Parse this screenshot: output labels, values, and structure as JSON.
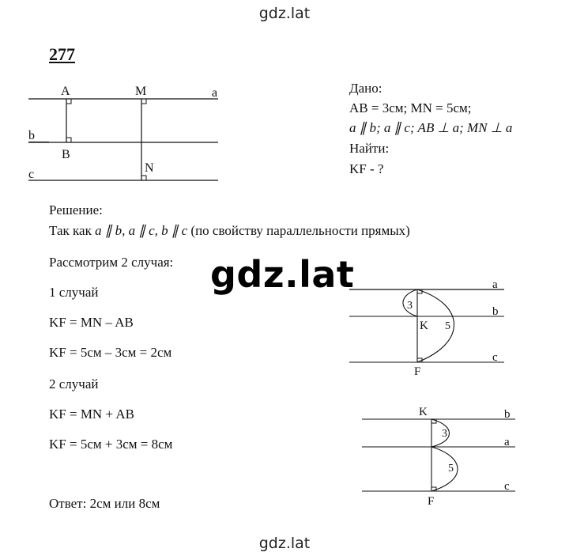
{
  "watermark": {
    "top": "gdz.lat",
    "center": "gdz.lat",
    "bottom": "gdz.lat"
  },
  "problem_number": "277",
  "given": {
    "title": "Дано:",
    "line1": "AB = 3см; MN = 5см;",
    "line2": "a ∥ b; a ∥ c; AB ⊥ a; MN ⊥ a",
    "find_title": "Найти:",
    "find": "KF - ?"
  },
  "fig1": {
    "label_A": "A",
    "label_M": "M",
    "label_a": "a",
    "label_b": "b",
    "label_B": "B",
    "label_N": "N",
    "label_c": "c"
  },
  "solution": {
    "title": "Решение:",
    "line1_pre": "Так как ",
    "line1_math": "a  ∥  b, a ∥ c, b ∥ c",
    "line1_post": " (по свойству параллельности прямых)",
    "consider": "Рассмотрим 2 случая:",
    "case1": "1 случай",
    "case1_eq1": "KF = MN – AB",
    "case1_eq2": "KF = 5см – 3см = 2см",
    "case2": "2 случай",
    "case2_eq1": "KF = MN + AB",
    "case2_eq2": "KF = 5см + 3см = 8см",
    "answer": "Ответ: 2см или 8см"
  },
  "fig2": {
    "label_a": "a",
    "label_b": "b",
    "label_c": "c",
    "label_3": "3",
    "label_K": "K",
    "label_5": "5",
    "label_F": "F"
  },
  "fig3": {
    "label_K": "K",
    "label_b": "b",
    "label_3": "3",
    "label_a": "a",
    "label_5": "5",
    "label_c": "c",
    "label_F": "F"
  }
}
